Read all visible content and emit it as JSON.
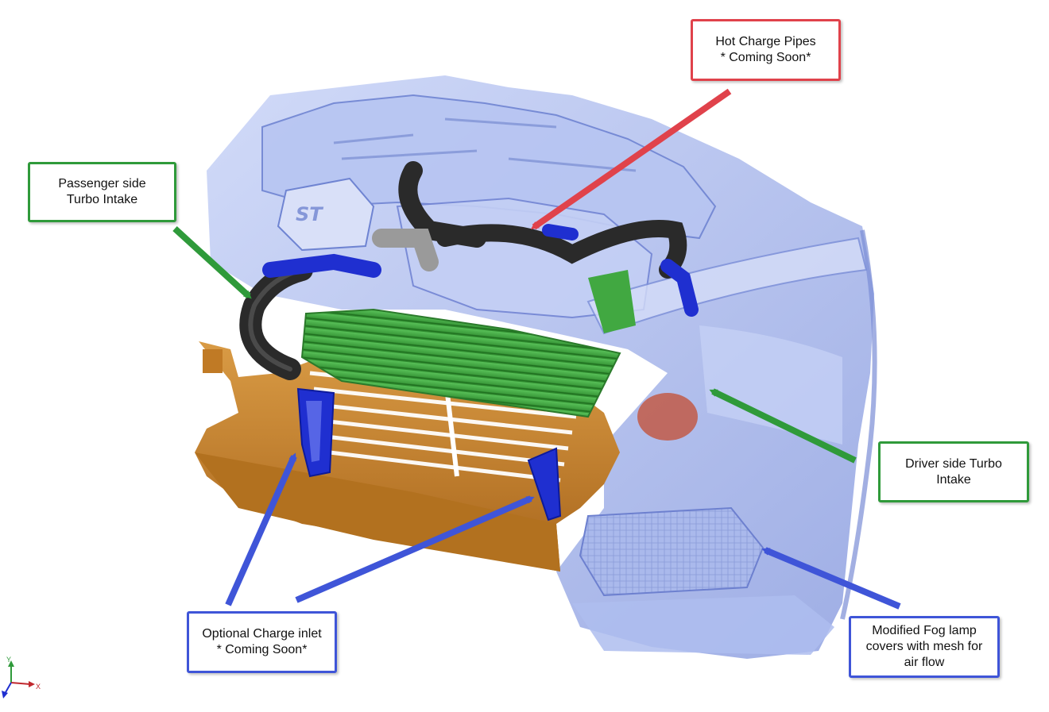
{
  "colors": {
    "red_callout": "#e0424b",
    "green_callout": "#2f9a3a",
    "blue_callout": "#3f55d8",
    "scan_blue": "#9fb0e8",
    "bumper_orange": "#c8822c",
    "intercooler_green": "#3fa53f",
    "pipe_black": "#2a2a2a",
    "pipe_blue": "#1f2fd0"
  },
  "callouts": {
    "hot_charge": {
      "line1": "Hot Charge Pipes",
      "line2": "* Coming Soon*"
    },
    "passenger_intake": {
      "line1": "Passenger side",
      "line2": "Turbo Intake"
    },
    "driver_intake": {
      "line1": "Driver side Turbo",
      "line2": "Intake"
    },
    "charge_inlet": {
      "line1": "Optional Charge inlet",
      "line2": "* Coming Soon*"
    },
    "fog_lamp": {
      "line1": "Modified Fog lamp",
      "line2": "covers with mesh for",
      "line3": "air flow"
    }
  },
  "axis": {
    "x": "X",
    "y": "Y"
  }
}
